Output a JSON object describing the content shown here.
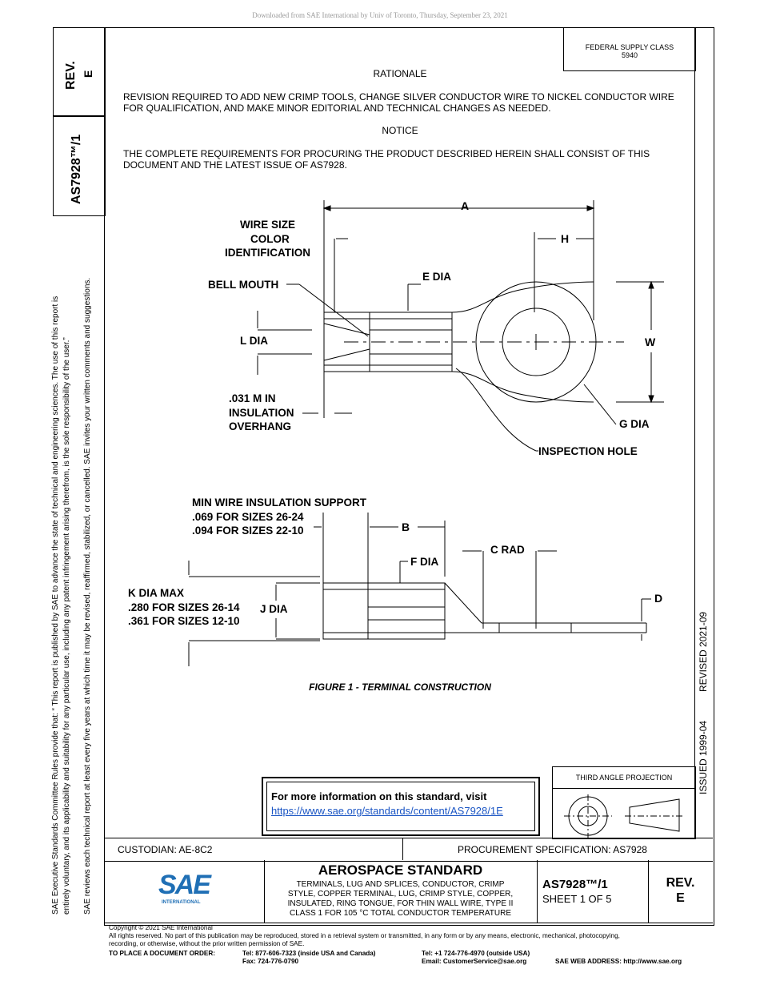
{
  "download_note": "Downloaded from SAE International by Univ of Toronto, Thursday, September 23, 2021",
  "federal_supply": {
    "label": "FEDERAL SUPPLY CLASS",
    "value": "5940"
  },
  "left_bar": {
    "rev_label": "REV.",
    "rev_value": "E",
    "doc_number": "AS7928™/1"
  },
  "side_notice_1": "SAE Executive Standards Committee Rules provide that: “  This report is published by SAE to advance the state of technical and engineering sciences. The use of this report is",
  "side_notice_2": "entirely voluntary, and its applicability and suitability for any particular use, including any patent infringement arising therefrom, is the sole responsibility of the user.”",
  "side_notice_3": "SAE reviews each technical report at least every five years at which time it may be revised, reaffirmed, stabilized, or cancelled. SAE invites your written comments and suggestions.",
  "rationale": {
    "heading": "RATIONALE",
    "text": "REVISION REQUIRED TO ADD NEW CRIMP TOOLS, CHANGE SILVER CONDUCTOR WIRE TO NICKEL CONDUCTOR WIRE FOR QUALIFICATION, AND MAKE MINOR EDITORIAL AND TECHNICAL CHANGES AS NEEDED."
  },
  "notice": {
    "heading": "NOTICE",
    "text": "THE COMPLETE REQUIREMENTS FOR PROCURING THE PRODUCT DESCRIBED HEREIN SHALL CONSIST OF THIS DOCUMENT AND THE LATEST ISSUE OF AS7928."
  },
  "drawing_labels": {
    "a": "A",
    "h": "H",
    "w": "W",
    "e_dia": "E DIA",
    "l_dia": "L DIA",
    "g_dia": "G DIA",
    "wire_size_1": "WIRE SIZE",
    "wire_size_2": "COLOR",
    "wire_size_3": "IDENTIFICATION",
    "bell_mouth": "BELL MOUTH",
    "overhang_1": ".031 M IN",
    "overhang_2": "INSULATION",
    "overhang_3": "OVERHANG",
    "inspection_hole": "INSPECTION HOLE",
    "min_support_1": "MIN WIRE INSULATION SUPPORT",
    "min_support_2": ".069 FOR SIZES 26-24",
    "min_support_3": ".094 FOR SIZES 22-10",
    "b": "B",
    "c_rad": "C RAD",
    "f_dia": "F DIA",
    "d": "D",
    "j_dia": "J DIA",
    "k_dia_1": "K DIA MAX",
    "k_dia_2": ".280 FOR SIZES 26-14",
    "k_dia_3": ".361 FOR SIZES 12-10"
  },
  "figure_caption": "FIGURE 1 - TERMINAL CONSTRUCTION",
  "right_bar": {
    "revised": "REVISED 2021-09",
    "issued": "ISSUED 1999-04"
  },
  "more_info": {
    "text": "For more information on this standard, visit",
    "link": "https://www.sae.org/standards/content/AS7928/1E"
  },
  "projection": {
    "label": "THIRD ANGLE PROJECTION"
  },
  "custodian": "CUSTODIAN: AE-8C2",
  "procurement": "PROCUREMENT SPECIFICATION: AS7928",
  "title_block": {
    "heading": "AEROSPACE STANDARD",
    "desc_1": "TERMINALS, LUG AND SPLICES, CONDUCTOR, CRIMP",
    "desc_2": "STYLE, COPPER TERMINAL, LUG, CRIMP STYLE, COPPER,",
    "desc_3": "INSULATED, RING TONGUE, FOR THIN WALL WIRE, TYPE II",
    "desc_4": "CLASS 1 FOR 105 °C TOTAL CONDUCTOR TEMPERATURE",
    "doc_number": "AS7928™/1",
    "sheet": "SHEET 1 OF 5",
    "rev_label": "REV.",
    "rev_value": "E"
  },
  "logo": {
    "letters": "SAE",
    "sub": "INTERNATIONAL",
    "brand_color": "#1f6fb5"
  },
  "footer": {
    "copyright": "Copyright © 2021 SAE International",
    "rights_1": "All rights reserved. No part of this publication may be reproduced, stored in a retrieval system or transmitted, in any form or by any means, electronic, mechanical, photocopying,",
    "rights_2": "recording, or otherwise, without the prior written permission of SAE.",
    "order_label": "TO PLACE A DOCUMENT ORDER:",
    "tel_us": "Tel: 877-606-7323 (inside USA and Canada)",
    "fax": "Fax: 724-776-0790",
    "tel_intl": "Tel: +1 724-776-4970 (outside USA)",
    "email": "Email: CustomerService@sae.org",
    "web": "SAE WEB ADDRESS: http://www.sae.org"
  }
}
